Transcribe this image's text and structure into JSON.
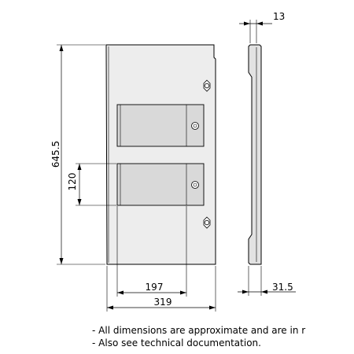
{
  "dimensions": {
    "front_height": "645.5",
    "window_height": "120",
    "window_width": "197",
    "front_width": "319",
    "profile_thickness": "13",
    "profile_depth": "31.5"
  },
  "notes": [
    "- All dimensions are approximate and are in r",
    "- Also see technical documentation."
  ]
}
